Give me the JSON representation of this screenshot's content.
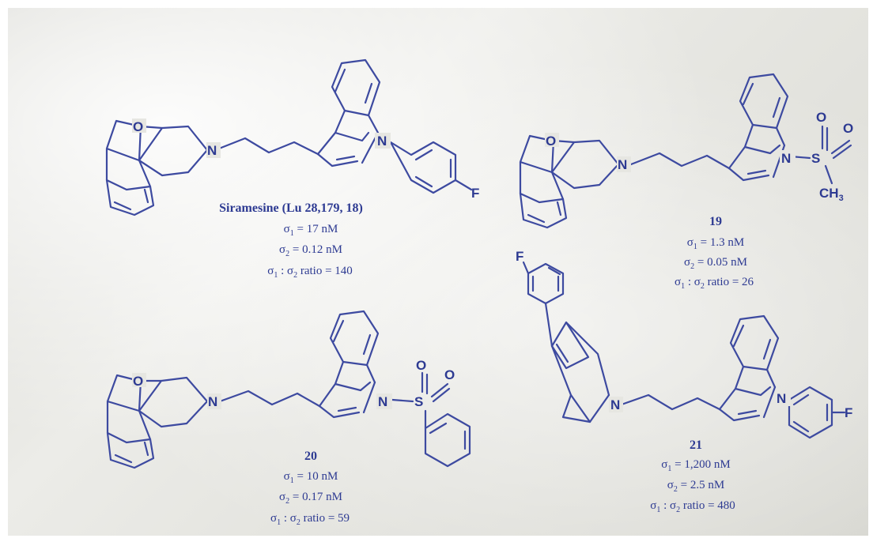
{
  "compounds": [
    {
      "label": "Siramesine (Lu 28,179, 18)",
      "sigma1": {
        "sym": "σ",
        "sub": "1",
        "text": " = 17 nM"
      },
      "sigma2": {
        "sym": "σ",
        "sub": "2",
        "text": " = 0.12 nM"
      },
      "ratio": {
        "sym1": "σ",
        "sub1": "1",
        "mid": " : ",
        "sym2": "σ",
        "sub2": "2",
        "text": " ratio = 140"
      }
    },
    {
      "label": "19",
      "sigma1": {
        "sym": "σ",
        "sub": "1",
        "text": " = 1.3 nM"
      },
      "sigma2": {
        "sym": "σ",
        "sub": "2",
        "text": " = 0.05 nM"
      },
      "ratio": {
        "sym1": "σ",
        "sub1": "1",
        "mid": " : ",
        "sym2": "σ",
        "sub2": "2",
        "text": " ratio = 26"
      }
    },
    {
      "label": "20",
      "sigma1": {
        "sym": "σ",
        "sub": "1",
        "text": " = 10 nM"
      },
      "sigma2": {
        "sym": "σ",
        "sub": "2",
        "text": " = 0.17 nM"
      },
      "ratio": {
        "sym1": "σ",
        "sub1": "1",
        "mid": " : ",
        "sym2": "σ",
        "sub2": "2",
        "text": " ratio = 59"
      }
    },
    {
      "label": "21",
      "sigma1": {
        "sym": "σ",
        "sub": "1",
        "text": " = 1,200 nM"
      },
      "sigma2": {
        "sym": "σ",
        "sub": "2",
        "text": " = 2.5 nM"
      },
      "ratio": {
        "sym1": "σ",
        "sub1": "1",
        "mid": " : ",
        "sym2": "σ",
        "sub2": "2",
        "text": " ratio = 480"
      }
    }
  ],
  "atoms": {
    "O": "O",
    "N": "N",
    "F": "F",
    "S": "S",
    "C": "CH",
    "three": "3"
  },
  "colors": {
    "ink": "#2d3a92",
    "bond": "#3d4aa0"
  }
}
